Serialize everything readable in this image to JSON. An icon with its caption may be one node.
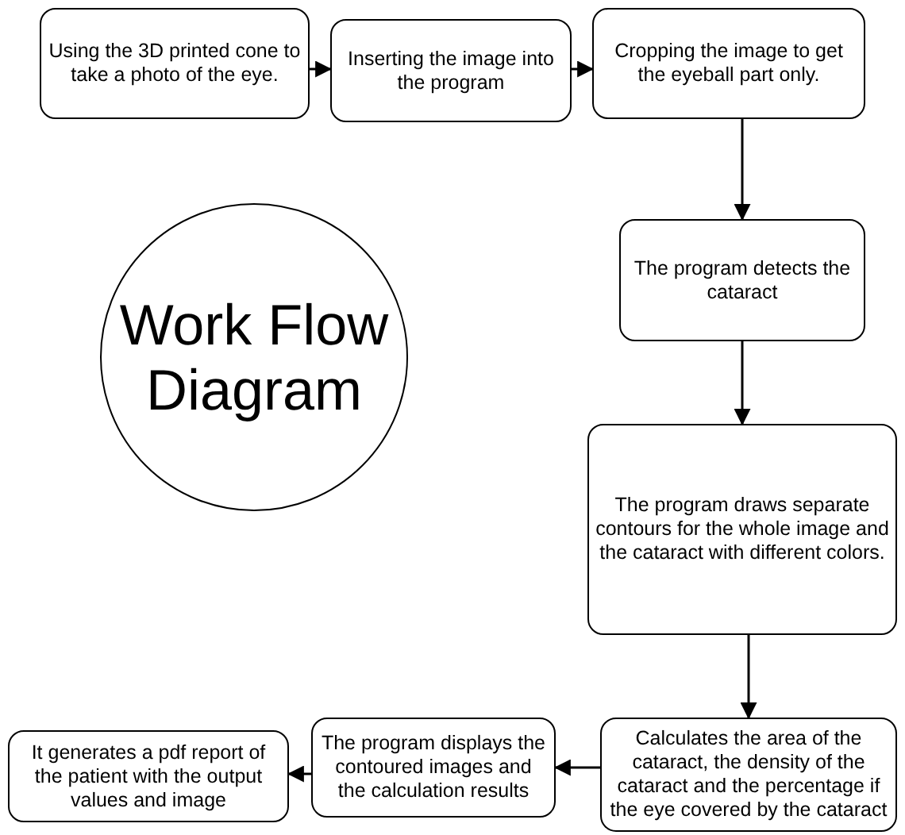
{
  "diagram": {
    "nodes": [
      {
        "text": [
          "Using the 3D printed cone to take a photo of the eye."
        ]
      },
      {
        "text": [
          "Inserting the image into the program"
        ]
      },
      {
        "text": [
          "Cropping the image to get the eyeball part only."
        ]
      },
      {
        "text": [
          "The program detects the cataract"
        ]
      },
      {
        "text": [
          "The program draws separate contours for the whole image and the cataract with different colors."
        ]
      },
      {
        "text": [
          "Calculates the area of the cataract, the density of the cataract and the percentage if the eye covered by the cataract"
        ]
      },
      {
        "text": [
          "The program displays the contoured images and the calculation results"
        ]
      },
      {
        "text": [
          "It generates a pdf report of the patient with the output values and image"
        ]
      },
      {
        "text": [
          "Work Flow Diagram"
        ]
      }
    ],
    "edges": [
      {
        "from": 0,
        "to": 1,
        "arrow": "to"
      },
      {
        "from": 1,
        "to": 2,
        "arrow": "to"
      },
      {
        "from": 2,
        "to": 3,
        "arrow": "to"
      },
      {
        "from": 3,
        "to": 4,
        "arrow": "to"
      },
      {
        "from": 4,
        "to": 5,
        "arrow": "to"
      },
      {
        "from": 5,
        "to": 6,
        "arrow": "to"
      },
      {
        "from": 6,
        "to": 7,
        "arrow": "to"
      }
    ]
  }
}
